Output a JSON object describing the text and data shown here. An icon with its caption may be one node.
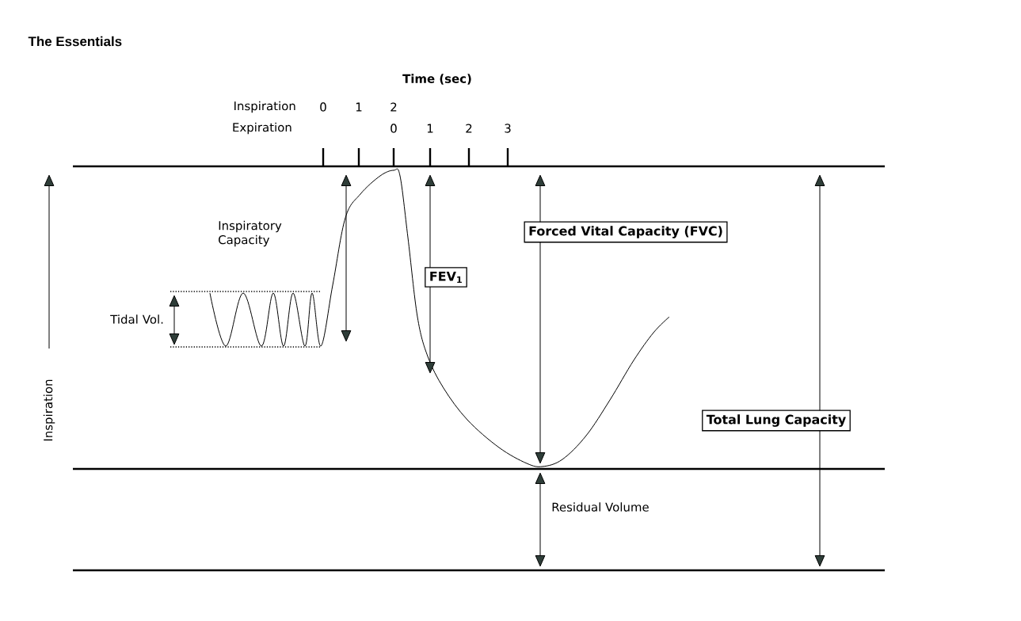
{
  "diagram": {
    "title": "The Essentials",
    "nodes": [
      {
        "text": [
          "Forced Vital Capacity (FVC)"
        ]
      },
      {
        "text": [
          "FEV$_{1}$"
        ]
      },
      {
        "text": [
          "Total Lung Capacity"
        ]
      }
    ],
    "labels": [
      "Time (sec)",
      "Inspiration",
      "0",
      "1",
      "2",
      "Expiration",
      "0",
      "1",
      "2",
      "3",
      "Inspiratory Capacity",
      "Tidal Vol.",
      "Residual Volume",
      "Inspiration"
    ]
  }
}
